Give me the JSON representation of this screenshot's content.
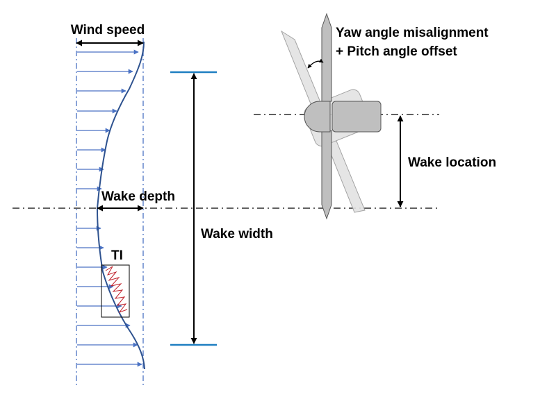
{
  "labels": {
    "wind_speed": "Wind speed",
    "yaw_line1": "Yaw angle misalignment",
    "yaw_line2": "+ Pitch angle offset",
    "wake_location": "Wake location",
    "wake_depth": "Wake depth",
    "wake_width": "Wake width",
    "ti": "TI"
  },
  "colors": {
    "profile": "#2E528F",
    "arrows": "#4A72C4",
    "bars": "#1F7FC1",
    "turbulence": "#C0202A",
    "turbine_fill": "#BFBFBF",
    "turbine_ghost": "#E3E3E3"
  }
}
